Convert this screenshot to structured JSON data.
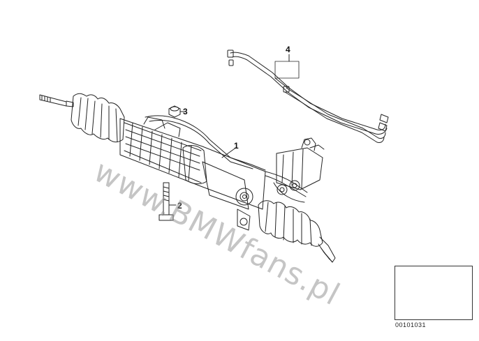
{
  "diagram": {
    "callouts": [
      {
        "id": "1",
        "label": "1"
      },
      {
        "id": "2",
        "label": "2"
      },
      {
        "id": "3",
        "label": "3"
      },
      {
        "id": "4",
        "label": "4"
      }
    ],
    "watermark": "www.BMWfans.pl",
    "thumbnail_code": "00101031",
    "line_color": "#222222"
  }
}
